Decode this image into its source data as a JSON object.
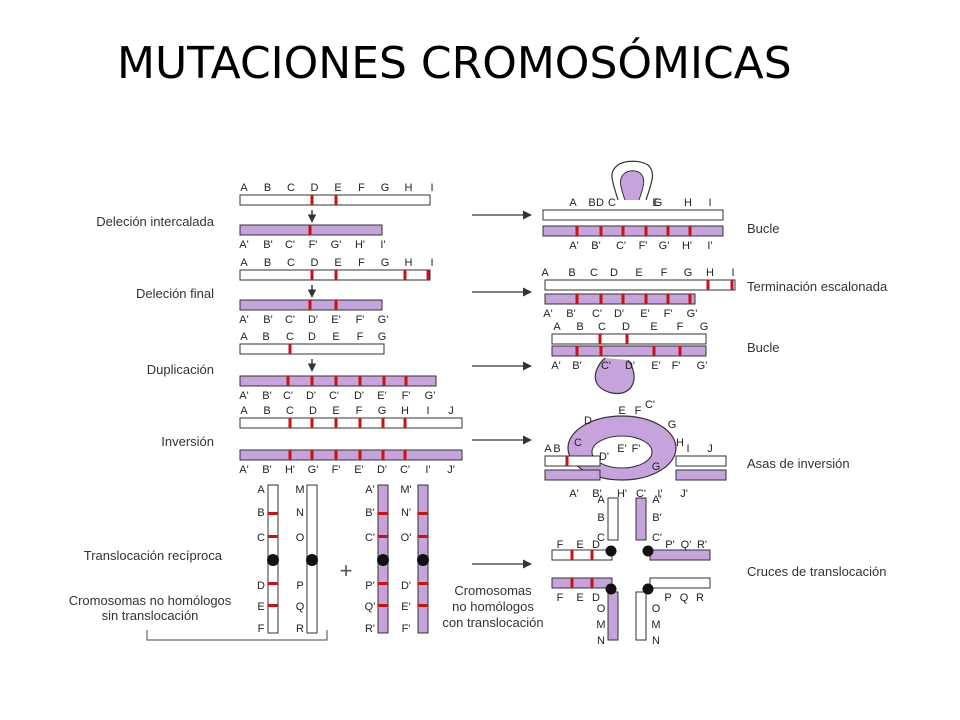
{
  "title": "MUTACIONES CROMOSÓMICAS",
  "colors": {
    "chromatid": "#c6a3dd",
    "band": "#cc1111",
    "outline": "#333333",
    "white": "#ffffff"
  },
  "rows": {
    "r1": {
      "label": "Deleción intercalada",
      "result": "Bucle",
      "top": [
        "A",
        "B",
        "C",
        "D",
        "E",
        "F",
        "G",
        "H",
        "I"
      ],
      "bottom": [
        "A'",
        "B'",
        "C'",
        "F'",
        "G'",
        "H'",
        "I'"
      ],
      "res_top": [
        "A",
        "B",
        "C",
        "D",
        "E",
        "G",
        "H",
        "I"
      ],
      "res_bottom": [
        "A'",
        "B'",
        "C'",
        "F'",
        "G'",
        "H'",
        "I'"
      ]
    },
    "r2": {
      "label": "Deleción final",
      "result": "Terminación escalonada",
      "top": [
        "A",
        "B",
        "C",
        "D",
        "E",
        "F",
        "G",
        "H",
        "I"
      ],
      "bottom": [
        "A'",
        "B'",
        "C'",
        "D'",
        "E'",
        "F'",
        "G'"
      ],
      "res_top": [
        "A",
        "B",
        "C",
        "D",
        "E",
        "F",
        "G",
        "H",
        "I"
      ],
      "res_bottom": [
        "A'",
        "B'",
        "C'",
        "D'",
        "E'",
        "F'",
        "G'"
      ]
    },
    "r3": {
      "label": "Duplicación",
      "result": "Bucle",
      "top": [
        "A",
        "B",
        "C",
        "D",
        "E",
        "F",
        "G"
      ],
      "bottom": [
        "A'",
        "B'",
        "C'",
        "D'",
        "C'",
        "D'",
        "E'",
        "F'",
        "G'"
      ],
      "res_top": [
        "A",
        "B",
        "C",
        "D",
        "E",
        "F",
        "G"
      ],
      "res_bottom": [
        "A'",
        "B'",
        "C'",
        "D'",
        "E'",
        "F'",
        "G'"
      ]
    },
    "r4": {
      "label": "Inversión",
      "result": "Asas de inversión",
      "top": [
        "A",
        "B",
        "C",
        "D",
        "E",
        "F",
        "G",
        "H",
        "I",
        "J"
      ],
      "bottom": [
        "A'",
        "B'",
        "H'",
        "G'",
        "F'",
        "E'",
        "D'",
        "C'",
        "I'",
        "J'"
      ],
      "res_top": [
        "D",
        "E",
        "F",
        "C'",
        "G",
        "H",
        "I",
        "J",
        "C",
        "B",
        "A",
        "E'",
        "F'",
        "D'",
        "G"
      ],
      "res_bottom": [
        "A'",
        "B'",
        "H'",
        "C'",
        "I'",
        "J'"
      ]
    },
    "r5": {
      "label": "Translocación recíproca",
      "result": "Cruces de translocación",
      "sub1": "Cromosomas no homólogos",
      "sub2": "sin translocación",
      "sub3": "Cromosomas",
      "sub4": "no homólogos",
      "sub5": "con translocación",
      "plus": "+",
      "c1": [
        "A",
        "B",
        "C",
        "D",
        "E",
        "F"
      ],
      "c2": [
        "M",
        "N",
        "O",
        "P",
        "Q",
        "R"
      ],
      "c3": [
        "A'",
        "B'",
        "C'",
        "P'",
        "Q'",
        "R'"
      ],
      "c4": [
        "M'",
        "N'",
        "O'",
        "D'",
        "E'",
        "F'"
      ],
      "x_top": [
        "A",
        "B",
        "C",
        "A'",
        "B'",
        "C'"
      ],
      "x_mid": [
        "F",
        "E",
        "D",
        "P'",
        "Q'",
        "R'"
      ],
      "x_low": [
        "F",
        "E",
        "D",
        "P",
        "Q",
        "R"
      ],
      "x_bot": [
        "O",
        "M",
        "N",
        "O",
        "M",
        "N"
      ]
    }
  }
}
